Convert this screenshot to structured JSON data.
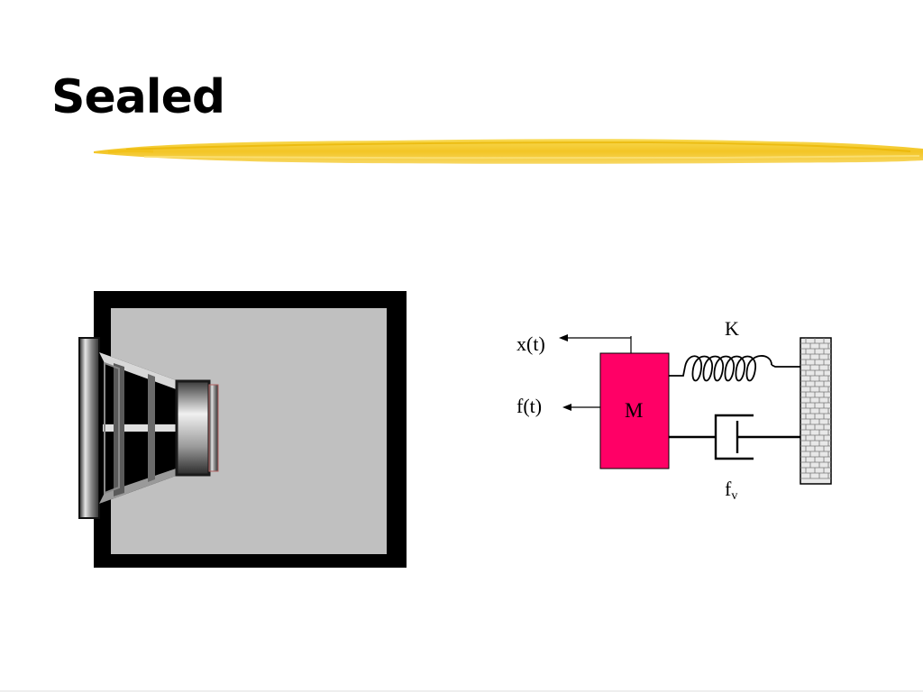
{
  "slide": {
    "title": "Sealed"
  },
  "diagram": {
    "displacement_label": "x(t)",
    "force_label": "f(t)",
    "mass_label": "M",
    "spring_label": "K",
    "damper_label_base": "f",
    "damper_label_sub": "v",
    "colors": {
      "mass_fill": "#ff0066",
      "title_brush": "#f5c518",
      "enclosure_fill": "#c0c0c0",
      "enclosure_border": "#000000",
      "wall_fill": "#e8e8e8"
    }
  },
  "icons": {
    "speaker": "loudspeaker-driver-icon",
    "wall": "brick-wall-icon"
  }
}
